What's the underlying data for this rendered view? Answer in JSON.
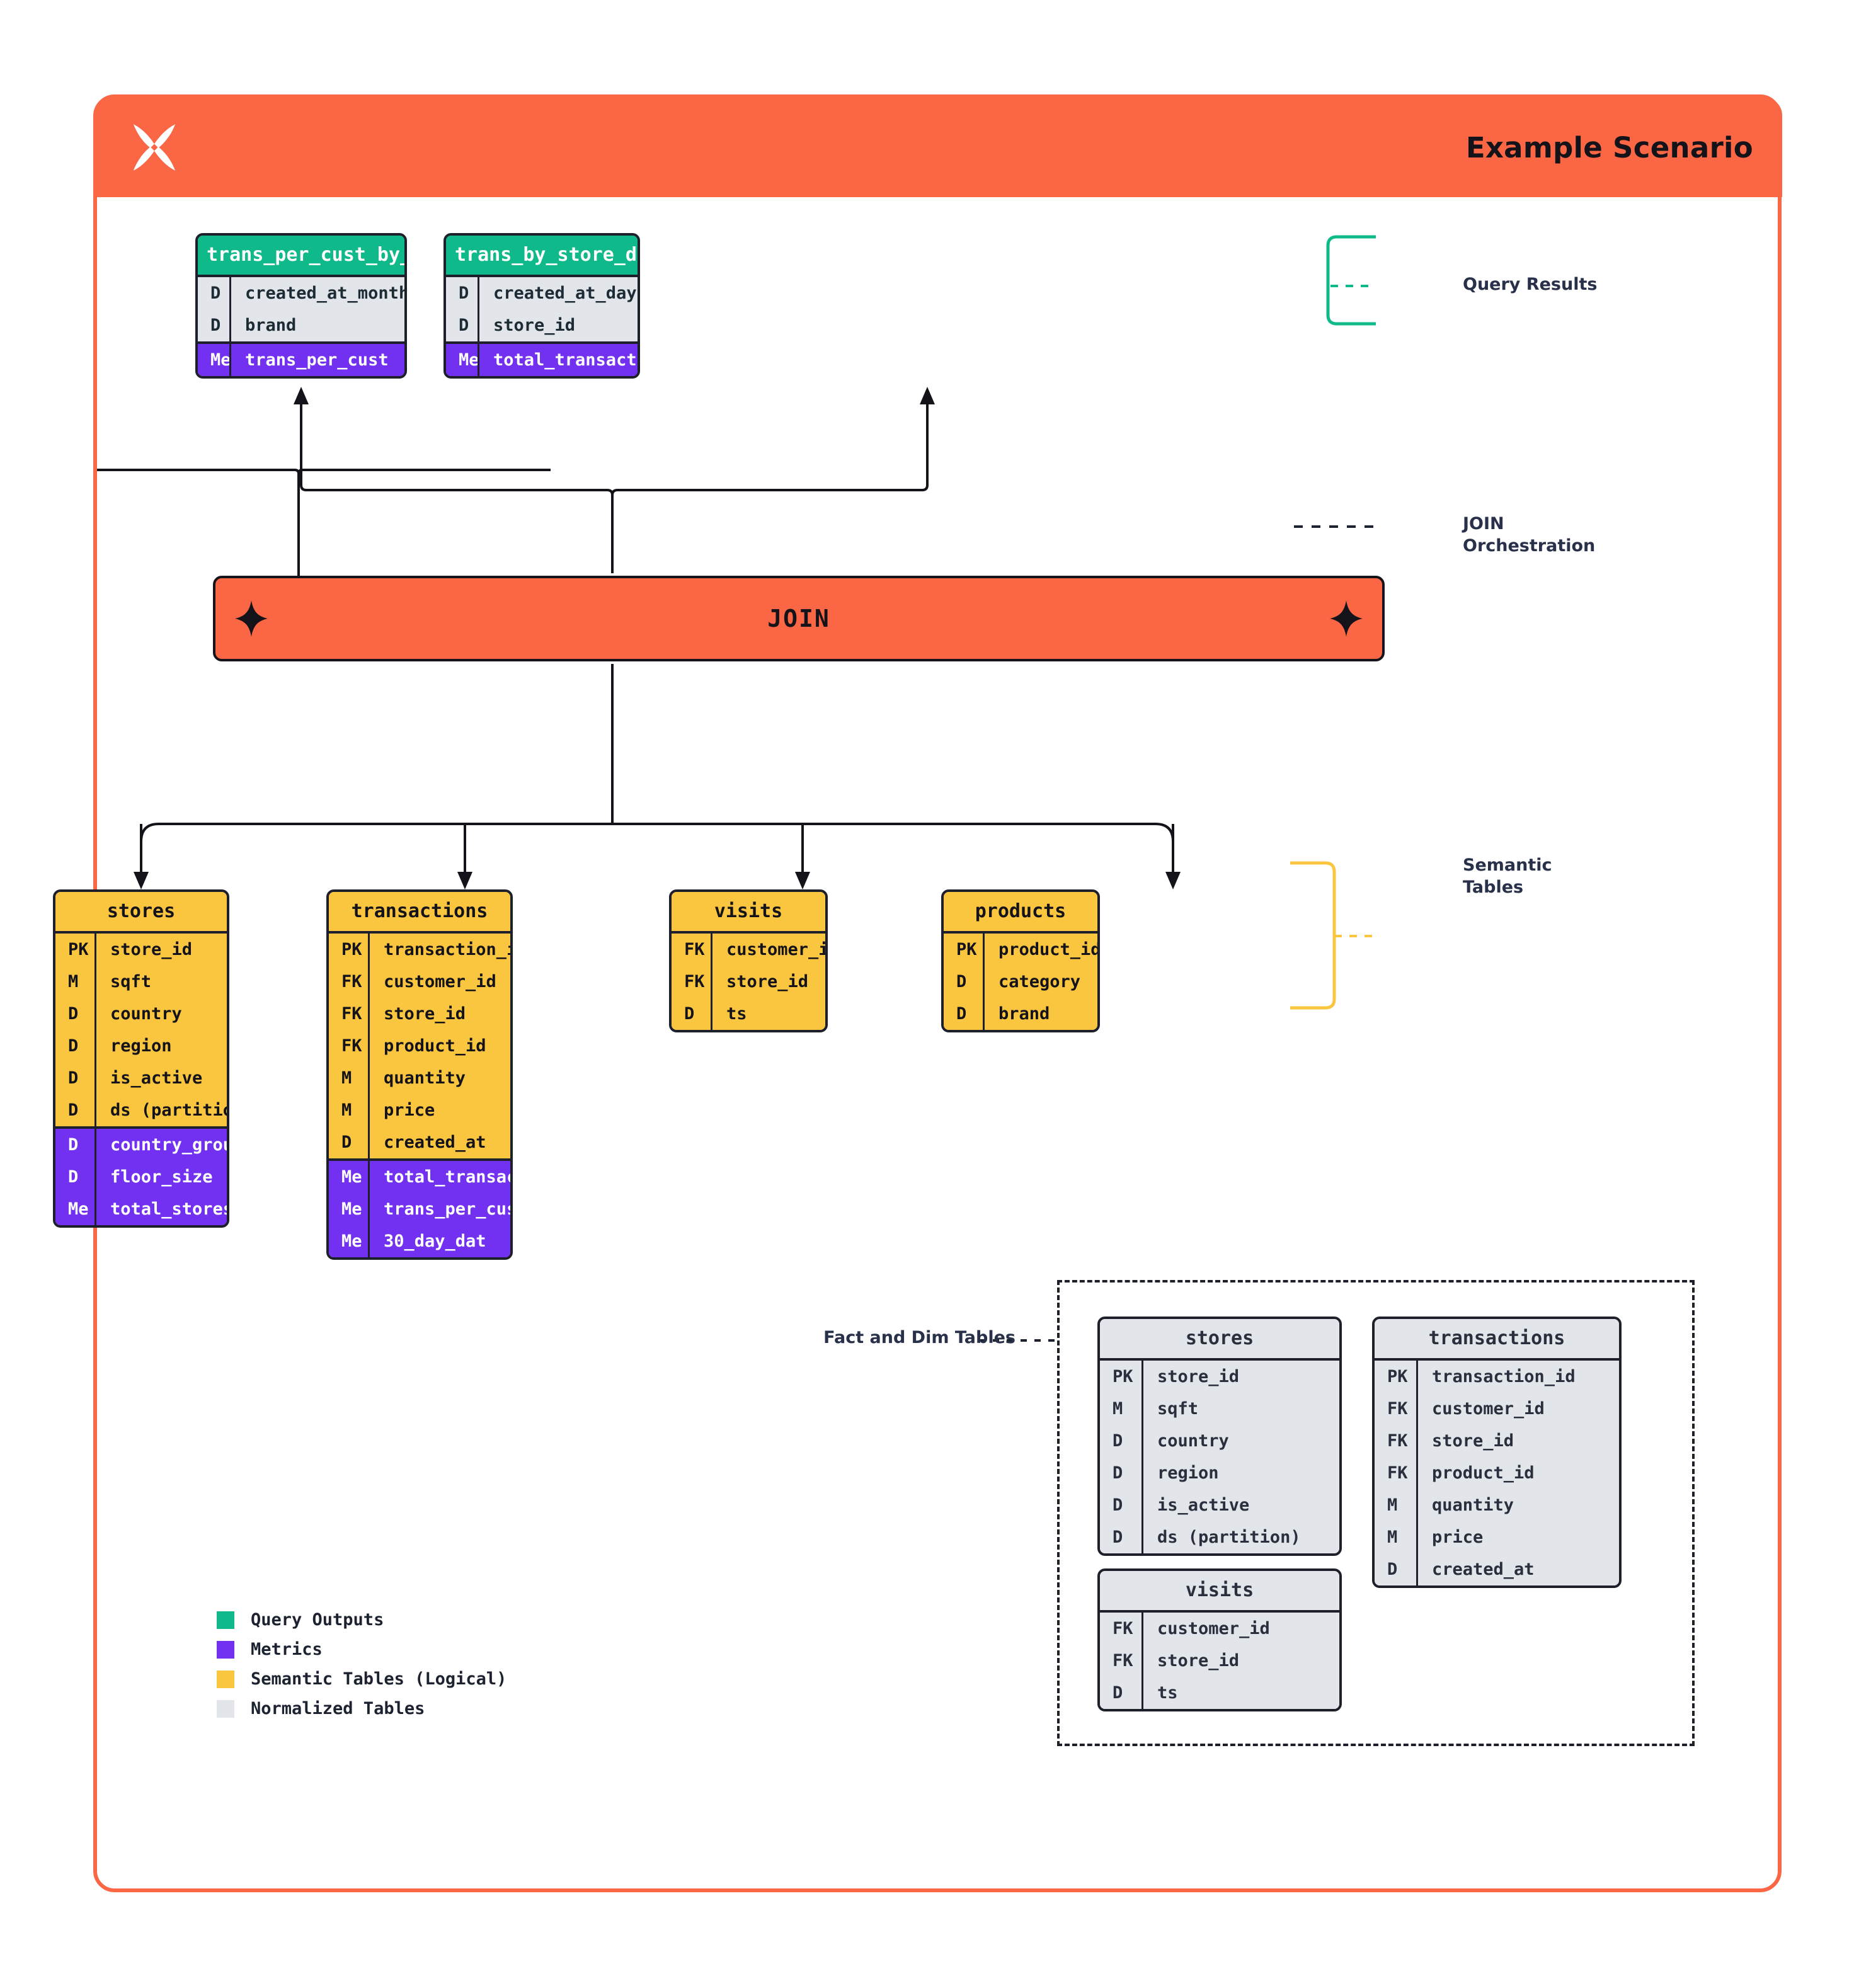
{
  "header": {
    "title": "Example Scenario",
    "logo_icon": "butterfly-x-logo",
    "bg": "#FB6644"
  },
  "colors": {
    "query_output": "#0FB98A",
    "metrics": "#7230F0",
    "semantic": "#FBC63F",
    "normalized": "#e2e5e9",
    "accent": "#FB6644",
    "ink": "#1d1f2b"
  },
  "join": {
    "label": "JOIN",
    "left_icon": "sparkle-icon",
    "right_icon": "sparkle-icon"
  },
  "query_results": [
    {
      "name": "trans_per_cust_by_brand_month",
      "base": [
        {
          "key": "D",
          "value": "created_at_month"
        },
        {
          "key": "D",
          "value": "brand"
        }
      ],
      "metrics": [
        {
          "key": "Me",
          "value": "trans_per_cust"
        }
      ]
    },
    {
      "name": "trans_by_store_day",
      "base": [
        {
          "key": "D",
          "value": "created_at_day"
        },
        {
          "key": "D",
          "value": "store_id"
        }
      ],
      "metrics": [
        {
          "key": "Me",
          "value": "total_transactions"
        }
      ]
    }
  ],
  "semantic_tables": [
    {
      "name": "stores",
      "base": [
        {
          "key": "PK",
          "value": "store_id"
        },
        {
          "key": "M",
          "value": "sqft"
        },
        {
          "key": "D",
          "value": "country"
        },
        {
          "key": "D",
          "value": "region"
        },
        {
          "key": "D",
          "value": "is_active"
        },
        {
          "key": "D",
          "value": "ds (partition)"
        }
      ],
      "metrics": [
        {
          "key": "D",
          "value": "country_group"
        },
        {
          "key": "D",
          "value": "floor_size"
        },
        {
          "key": "Me",
          "value": "total_stores"
        }
      ]
    },
    {
      "name": "transactions",
      "base": [
        {
          "key": "PK",
          "value": "transaction_id"
        },
        {
          "key": "FK",
          "value": "customer_id"
        },
        {
          "key": "FK",
          "value": "store_id"
        },
        {
          "key": "FK",
          "value": "product_id"
        },
        {
          "key": "M",
          "value": "quantity"
        },
        {
          "key": "M",
          "value": "price"
        },
        {
          "key": "D",
          "value": "created_at"
        }
      ],
      "metrics": [
        {
          "key": "Me",
          "value": "total_transactions"
        },
        {
          "key": "Me",
          "value": "trans_per_cust"
        },
        {
          "key": "Me",
          "value": "30_day_dat"
        }
      ]
    },
    {
      "name": "visits",
      "base": [
        {
          "key": "FK",
          "value": "customer_id"
        },
        {
          "key": "FK",
          "value": "store_id"
        },
        {
          "key": "D",
          "value": "ts"
        }
      ],
      "metrics": []
    },
    {
      "name": "products",
      "base": [
        {
          "key": "PK",
          "value": "product_id"
        },
        {
          "key": "D",
          "value": "category"
        },
        {
          "key": "D",
          "value": "brand"
        }
      ],
      "metrics": []
    }
  ],
  "fact_dim_tables": [
    {
      "name": "stores",
      "base": [
        {
          "key": "PK",
          "value": "store_id"
        },
        {
          "key": "M",
          "value": "sqft"
        },
        {
          "key": "D",
          "value": "country"
        },
        {
          "key": "D",
          "value": "region"
        },
        {
          "key": "D",
          "value": "is_active"
        },
        {
          "key": "D",
          "value": "ds (partition)"
        }
      ]
    },
    {
      "name": "transactions",
      "base": [
        {
          "key": "PK",
          "value": "transaction_id"
        },
        {
          "key": "FK",
          "value": "customer_id"
        },
        {
          "key": "FK",
          "value": "store_id"
        },
        {
          "key": "FK",
          "value": "product_id"
        },
        {
          "key": "M",
          "value": "quantity"
        },
        {
          "key": "M",
          "value": "price"
        },
        {
          "key": "D",
          "value": "created_at"
        }
      ]
    },
    {
      "name": "visits",
      "base": [
        {
          "key": "FK",
          "value": "customer_id"
        },
        {
          "key": "FK",
          "value": "store_id"
        },
        {
          "key": "D",
          "value": "ts"
        }
      ]
    }
  ],
  "annotations": {
    "query_results": "Query Results",
    "join_orchestration": "JOIN\nOrchestration",
    "semantic_tables": "Semantic\nTables",
    "fact_and_dim": "Fact and Dim Tables"
  },
  "legend": [
    {
      "label": "Query Outputs",
      "color": "#0FB98A"
    },
    {
      "label": "Metrics",
      "color": "#7230F0"
    },
    {
      "label": "Semantic Tables (Logical)",
      "color": "#FBC63F"
    },
    {
      "label": "Normalized Tables",
      "color": "#e2e5e9"
    }
  ]
}
